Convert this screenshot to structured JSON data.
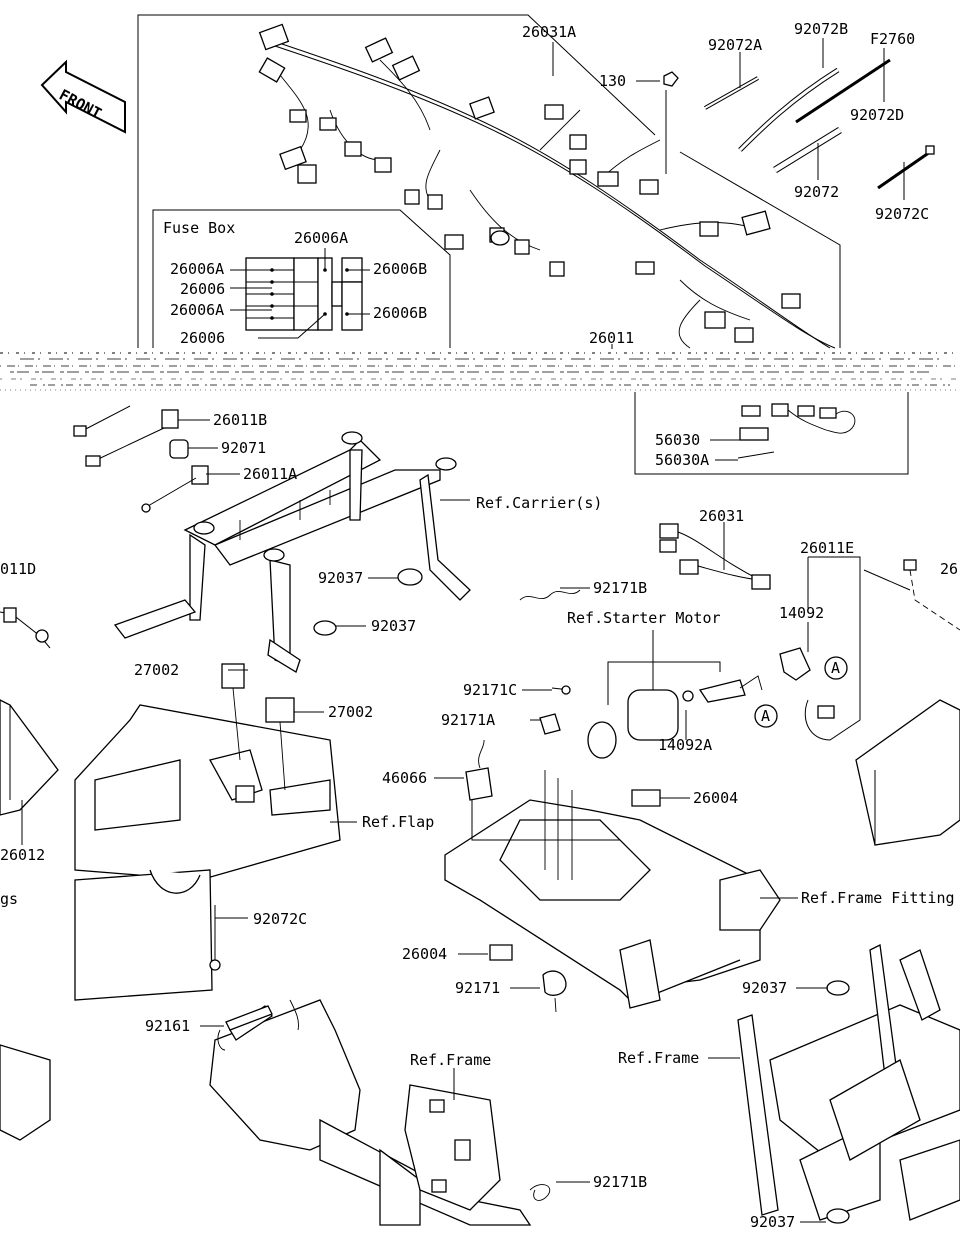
{
  "diagram": {
    "front_label": "FRONT",
    "fuse_box": {
      "title": "Fuse Box",
      "labels": [
        "26006A",
        "26006A",
        "26006",
        "26006A",
        "26006",
        "26006B",
        "26006B"
      ]
    },
    "callouts": {
      "c26031A": "26031A",
      "c92072B": "92072B",
      "cF2760": "F2760",
      "c92072A": "92072A",
      "c130": "130",
      "c92072D": "92072D",
      "c92072": "92072",
      "c92072C_top": "92072C",
      "c26011": "26011",
      "c56030": "56030",
      "c56030A": "56030A",
      "c26011B": "26011B",
      "c92071": "92071",
      "c26011A": "26011A",
      "cRefCarrier": "Ref.Carrier(s)",
      "c26011D": "011D",
      "c92037_a": "92037",
      "c92037_b": "92037",
      "c26031": "26031",
      "c92171B_a": "92171B",
      "c26011E": "26011E",
      "c26_edge": "26",
      "c14092": "14092",
      "cRefStarter": "Ref.Starter Motor",
      "cA_1": "A",
      "cA_2": "A",
      "c27002_a": "27002",
      "c27002_b": "27002",
      "c92171C": "92171C",
      "c92171A": "92171A",
      "c14092A": "14092A",
      "c46066": "46066",
      "c26004_a": "26004",
      "cRefFlap": "Ref.Flap",
      "c26012": "26012",
      "cRefFrameFitting": "Ref.Frame Fitting",
      "c_gs": "gs",
      "c92072C_bot": "92072C",
      "c26004_b": "26004",
      "c92171": "92171",
      "c92037_c": "92037",
      "c92161": "92161",
      "cRefFrame_a": "Ref.Frame",
      "cRefFrame_b": "Ref.Frame",
      "c92171B_b": "92171B",
      "c92037_d": "92037"
    }
  }
}
